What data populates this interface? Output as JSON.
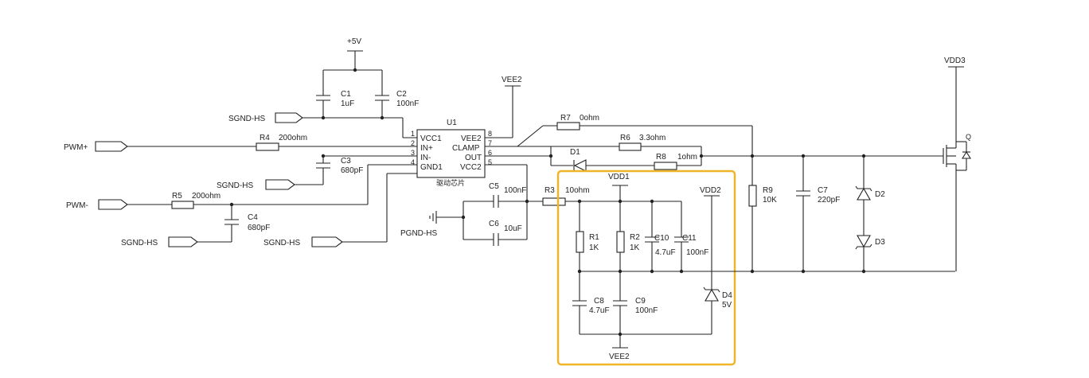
{
  "labels": {
    "plus5v": "+5V",
    "vee2_top": "VEE2",
    "vdd3": "VDD3",
    "vdd1": "VDD1",
    "vdd2": "VDD2",
    "vee2_bottom": "VEE2",
    "pwm_plus": "PWM+",
    "pwm_minus": "PWM-",
    "sgnd_hs": "SGND-HS",
    "pgnd_hs": "PGND-HS"
  },
  "u1": {
    "ref": "U1",
    "caption": "驱动芯片",
    "pins_left": [
      "VCC1",
      "IN+",
      "IN-",
      "GND1"
    ],
    "pins_right": [
      "VEE2",
      "CLAMP",
      "OUT",
      "VCC2"
    ],
    "pin_nums_left": [
      "1",
      "2",
      "3",
      "4"
    ],
    "pin_nums_right": [
      "8",
      "7",
      "6",
      "5"
    ]
  },
  "components": {
    "C1": {
      "ref": "C1",
      "value": "1uF"
    },
    "C2": {
      "ref": "C2",
      "value": "100nF"
    },
    "C3": {
      "ref": "C3",
      "value": "680pF"
    },
    "C4": {
      "ref": "C4",
      "value": "680pF"
    },
    "C5": {
      "ref": "C5",
      "value": "100nF"
    },
    "C6": {
      "ref": "C6",
      "value": "10uF"
    },
    "C7": {
      "ref": "C7",
      "value": "220pF"
    },
    "C8": {
      "ref": "C8",
      "value": "4.7uF"
    },
    "C9": {
      "ref": "C9",
      "value": "100nF"
    },
    "C10": {
      "ref": "C10",
      "value": "4.7uF"
    },
    "C11": {
      "ref": "C11",
      "value": "100nF"
    },
    "R1": {
      "ref": "R1",
      "value": "1K"
    },
    "R2": {
      "ref": "R2",
      "value": "1K"
    },
    "R3": {
      "ref": "R3",
      "value": "10ohm"
    },
    "R4": {
      "ref": "R4",
      "value": "200ohm"
    },
    "R5": {
      "ref": "R5",
      "value": "200ohm"
    },
    "R6": {
      "ref": "R6",
      "value": "3.3ohm"
    },
    "R7": {
      "ref": "R7",
      "value": "0ohm"
    },
    "R8": {
      "ref": "R8",
      "value": "1ohm"
    },
    "R9": {
      "ref": "R9",
      "value": "10K"
    },
    "D1": {
      "ref": "D1"
    },
    "D2": {
      "ref": "D2"
    },
    "D3": {
      "ref": "D3"
    },
    "D4": {
      "ref": "D4",
      "value": "5V"
    },
    "Q": {
      "ref": "Q"
    }
  },
  "colors": {
    "wire": "#222222",
    "highlight_box": "#f0b429"
  }
}
